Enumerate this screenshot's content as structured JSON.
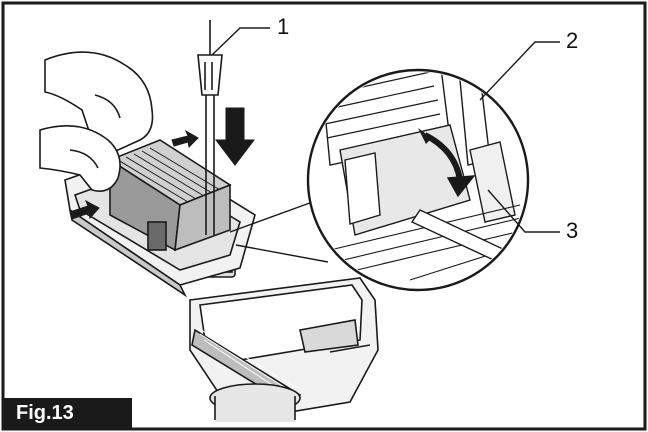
{
  "figure": {
    "label": "Fig.13",
    "callouts": [
      {
        "id": "1",
        "text": "1"
      },
      {
        "id": "2",
        "text": "2"
      },
      {
        "id": "3",
        "text": "3"
      }
    ]
  },
  "colors": {
    "stroke": "#1a1a1a",
    "fill_light": "#f2f2f2",
    "fill_mid": "#c9c9c9",
    "fill_dark": "#6a6a6a",
    "label_bg": "#1a1a1a",
    "label_text": "#ffffff"
  }
}
